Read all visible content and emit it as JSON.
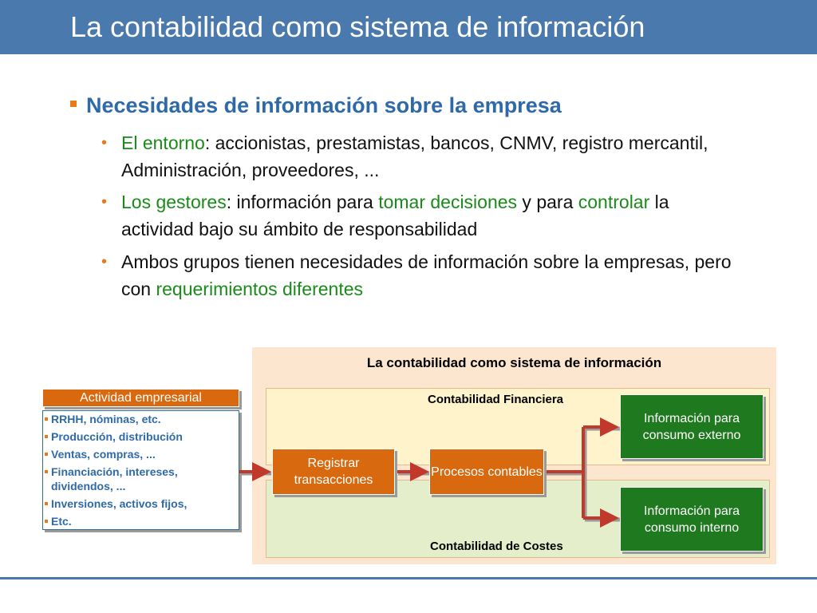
{
  "slide": {
    "title": "La contabilidad como sistema de información"
  },
  "bullets": {
    "heading": "Necesidades de información sobre la empresa",
    "items": [
      {
        "parts": [
          {
            "text": "El entorno",
            "highlight": true
          },
          {
            "text": ": accionistas, prestamistas, bancos, CNMV, registro mercantil, Administración, proveedores, ...",
            "highlight": false
          }
        ]
      },
      {
        "parts": [
          {
            "text": "Los gestores",
            "highlight": true
          },
          {
            "text": ": información para ",
            "highlight": false
          },
          {
            "text": "tomar decisiones",
            "highlight": true
          },
          {
            "text": " y para ",
            "highlight": false
          },
          {
            "text": "controlar",
            "highlight": true
          },
          {
            "text": " la actividad bajo su ámbito de responsabilidad",
            "highlight": false
          }
        ]
      },
      {
        "parts": [
          {
            "text": "Ambos grupos tienen necesidades de información sobre la empresas, pero con ",
            "highlight": false
          },
          {
            "text": "requerimientos diferentes",
            "highlight": true
          }
        ]
      }
    ]
  },
  "diagram": {
    "title": "La contabilidad como sistema de información",
    "financial_label": "Contabilidad Financiera",
    "cost_label": "Contabilidad de Costes",
    "activity": {
      "header": "Actividad empresarial",
      "items": [
        "RRHH, nóminas, etc.",
        "Producción, distribución",
        "Ventas, compras, ...",
        "Financiación, intereses, dividendos, ...",
        "Inversiones, activos fijos,",
        "Etc."
      ]
    },
    "register_box": "Registrar transacciones",
    "process_box": "Procesos contables",
    "external_box": "Información para consumo externo",
    "internal_box": "Información para consumo interno"
  },
  "colors": {
    "title_bar": "#4a79ad",
    "heading": "#2f6aa8",
    "highlight": "#1a8a1a",
    "bullet_accent": "#e87a1b",
    "process_box": "#d9690f",
    "output_box": "#1f7a1f",
    "diagram_bg": "#fde6cf"
  }
}
